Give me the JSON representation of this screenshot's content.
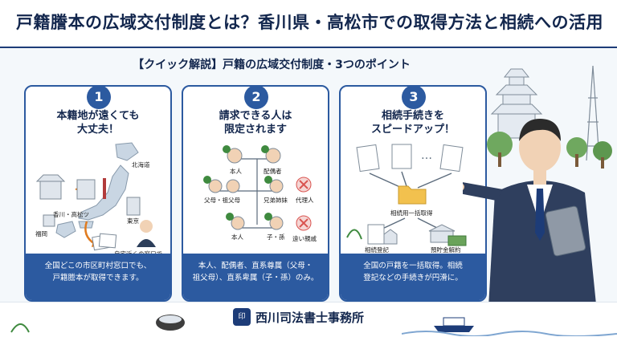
{
  "header": {
    "title": "戸籍謄本の広域交付制度とは？香川県・高松市での取得方法と相続への活用"
  },
  "subtitle": "【クイック解説】戸籍の広域交付制度・3つのポイント",
  "cards": [
    {
      "number": "1",
      "title": "本籍地が遠くても\n大丈夫！",
      "labels": {
        "hokkaido": "北海道",
        "kagawa": "香川・高松ツ",
        "tokyo": "東京",
        "fukuoka": "福岡",
        "local_window": "自宅近くの窓口で"
      },
      "footer": "全国どこの市区町村窓口でも、\n戸籍謄本が取得できます。"
    },
    {
      "number": "2",
      "title": "請求できる人は\n限定されます",
      "labels": {
        "self": "本人",
        "spouse": "配偶者",
        "parents": "父母・祖父母",
        "siblings": "兄弟姉妹",
        "agent": "代理人",
        "self2": "本人",
        "children": "子・孫",
        "distant": "遠い親戚"
      },
      "footer": "本人、配偶者、直系尊属（父母・\n祖父母）、直系卑属（子・孫）のみ。"
    },
    {
      "number": "3",
      "title": "相続手続きを\nスピードアップ！",
      "labels": {
        "bulk": "相続用一括取得",
        "registry": "相続登記",
        "bank": "預貯金解約"
      },
      "footer": "全国の戸籍を一括取得。相続\n登記などの手続きが円滑に。"
    }
  ],
  "footer": {
    "office_name": "西川司法書士事務所",
    "logo_icon": "seal-icon"
  },
  "colors": {
    "navy": "#12264d",
    "accent": "#2c5aa0",
    "green": "#3f8a3f",
    "red": "#d9534f"
  }
}
